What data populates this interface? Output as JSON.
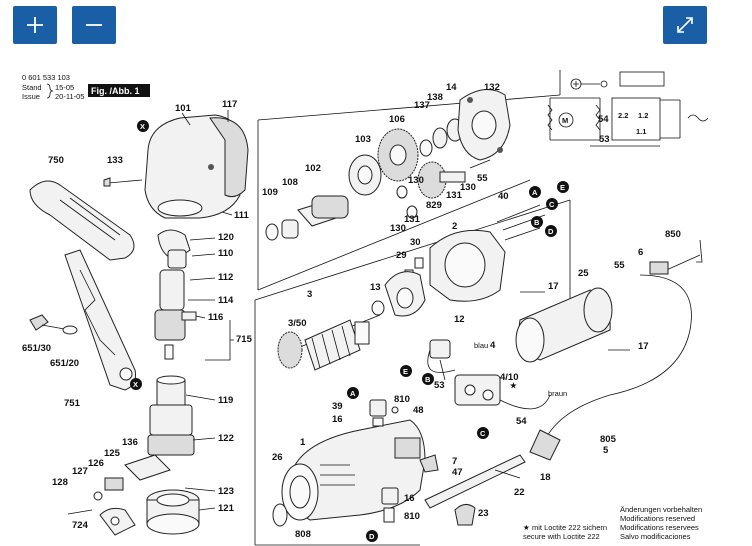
{
  "toolbar": {
    "zoom_in_icon": "plus-icon",
    "zoom_out_icon": "minus-icon",
    "fullscreen_icon": "expand-icon",
    "accent_color": "#1a5ea6"
  },
  "header": {
    "part_number": "0 601 533 103",
    "stand_label": "Stand",
    "issue_label": "Issue",
    "stand_value": "15-05",
    "issue_value": "20-11-05",
    "figure_label": "Fig. /Abb. 1"
  },
  "labels": {
    "l101": "101",
    "l117": "117",
    "l133": "133",
    "l750": "750",
    "l109": "109",
    "l108": "108",
    "l102": "102",
    "l103": "103",
    "l106": "106",
    "l137": "137",
    "l138": "138",
    "l14": "14",
    "l132": "132",
    "l111": "111",
    "l120": "120",
    "l110": "110",
    "l112": "112",
    "l114": "114",
    "l116": "116",
    "l715": "715",
    "l651_30": "651/30",
    "l651_20": "651/20",
    "l751": "751",
    "l119": "119",
    "l122": "122",
    "l136": "136",
    "l125": "125",
    "l126": "126",
    "l127": "127",
    "l128": "128",
    "l123": "123",
    "l121": "121",
    "l724": "724",
    "l130a": "130",
    "l131a": "131",
    "l829": "829",
    "l55a": "55",
    "l130b": "130",
    "l131b": "131",
    "l130c": "130",
    "l40": "40",
    "l2": "2",
    "l30": "30",
    "l29": "29",
    "l3": "3",
    "l3_50": "3/50",
    "l13": "13",
    "l12": "12",
    "l17a": "17",
    "l17b": "17",
    "l25": "25",
    "l55b": "55",
    "l6": "6",
    "l850": "850",
    "l53a": "53",
    "l4": "4",
    "l4_10": "4/10",
    "l54a": "54",
    "l39": "39",
    "l810a": "810",
    "l48": "48",
    "l16a": "16",
    "l1": "1",
    "l26": "26",
    "l7": "7",
    "l47": "47",
    "l18": "18",
    "l22": "22",
    "l16b": "16",
    "l810b": "810",
    "l808": "808",
    "l23": "23",
    "l805": "805",
    "l5": "5",
    "l54b": "54",
    "l53b": "53",
    "l2_2": "2.2",
    "l1_2": "1.2",
    "l1_1": "1.1",
    "blau": "blau",
    "braun": "braun"
  },
  "callouts": {
    "x": "X",
    "a": "A",
    "b": "B",
    "c": "C",
    "d": "D",
    "e": "E"
  },
  "footer": {
    "mod_de": "Änderungen vorbehalten",
    "mod_en": "Modifications reserved",
    "mod_fr": "Modifications reservees",
    "mod_es": "Salvo modificaciones",
    "loctite_de": "mit Loctite 222 sichern",
    "loctite_en": "secure with Loctite 222"
  }
}
